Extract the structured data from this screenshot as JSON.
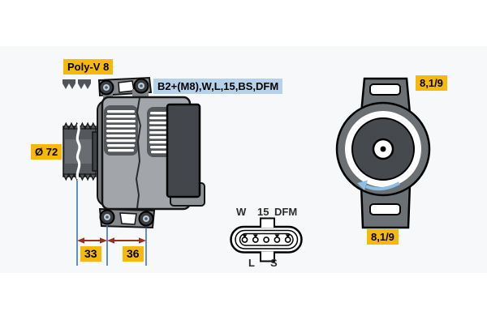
{
  "diagram": {
    "type": "alternator-technical-drawing",
    "side_view": {
      "belt_label": "Poly-V 8",
      "terminals_label": "B2+(M8),W,L,15,BS,DFM",
      "pulley_diameter_label": "Ø 72",
      "dim_front": "33",
      "dim_rear": "36"
    },
    "connector": {
      "top_terminals": [
        "W",
        "15",
        "DFM"
      ],
      "bottom_terminals": [
        "L",
        "S"
      ],
      "pin_count": 5
    },
    "rear_view": {
      "mount_top_label": "8,1/9",
      "mount_bottom_label": "8,1/9",
      "rotation": "counterclockwise"
    },
    "colors": {
      "label_yellow": "#f7b80c",
      "label_blue": "#b5d2ea",
      "dimension_blue": "#3f74b5",
      "dimension_red": "#9b2d20",
      "rotation_arrow_blue": "#8fbee3",
      "body_gray": "#a2a6aa",
      "dark_gray": "#43474b"
    }
  }
}
